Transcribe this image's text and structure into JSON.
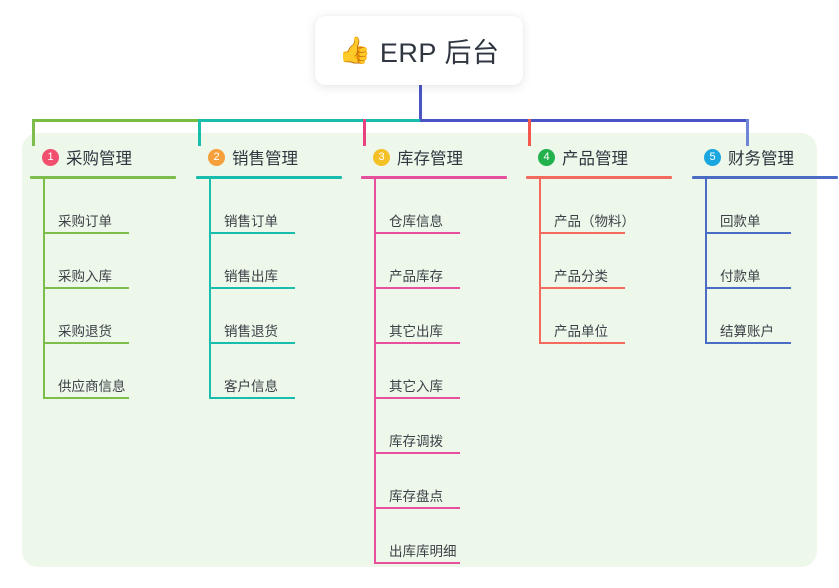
{
  "root": {
    "icon": "thumbs-up-icon",
    "emoji": "👍",
    "title": "ERP 后台"
  },
  "theme": {
    "panel_bg": "#eef8ea",
    "page_bg": "#ffffff",
    "root_card_bg": "#ffffff",
    "root_stem": "#4a54c4",
    "bus_left_green": "#79bc42",
    "bus_mid_teal": "#18bdae",
    "bus_right_indigo": "#4a54c4",
    "text": "#2f3640"
  },
  "columns": [
    {
      "index": "1",
      "badge_number": "1",
      "badge_color": "#f2506e",
      "title": "采购管理",
      "line_color": "#7cbd4b",
      "stub_color": "#7cbd4b",
      "items": [
        "采购订单",
        "采购入库",
        "采购退货",
        "供应商信息"
      ]
    },
    {
      "index": "2",
      "badge_number": "2",
      "badge_color": "#f5a03c",
      "title": "销售管理",
      "line_color": "#18bdae",
      "stub_color": "#18bdae",
      "items": [
        "销售订单",
        "销售出库",
        "销售退货",
        "客户信息"
      ]
    },
    {
      "index": "3",
      "badge_number": "3",
      "badge_color": "#f4c027",
      "title": "库存管理",
      "line_color": "#e54f9b",
      "stub_color": "#e8417f",
      "items": [
        "仓库信息",
        "产品库存",
        "其它出库",
        "其它入库",
        "库存调拨",
        "库存盘点",
        "出库库明细"
      ]
    },
    {
      "index": "4",
      "badge_number": "4",
      "badge_color": "#23b14d",
      "title": "产品管理",
      "line_color": "#f26b5e",
      "stub_color": "#f2584e",
      "items": [
        "产品（物料）",
        "产品分类",
        "产品单位"
      ]
    },
    {
      "index": "5",
      "badge_number": "5",
      "badge_color": "#1aa7e0",
      "title": "财务管理",
      "line_color": "#4a6cc4",
      "stub_color": "#6f86d6",
      "items": [
        "回款单",
        "付款单",
        "结算账户"
      ]
    }
  ]
}
